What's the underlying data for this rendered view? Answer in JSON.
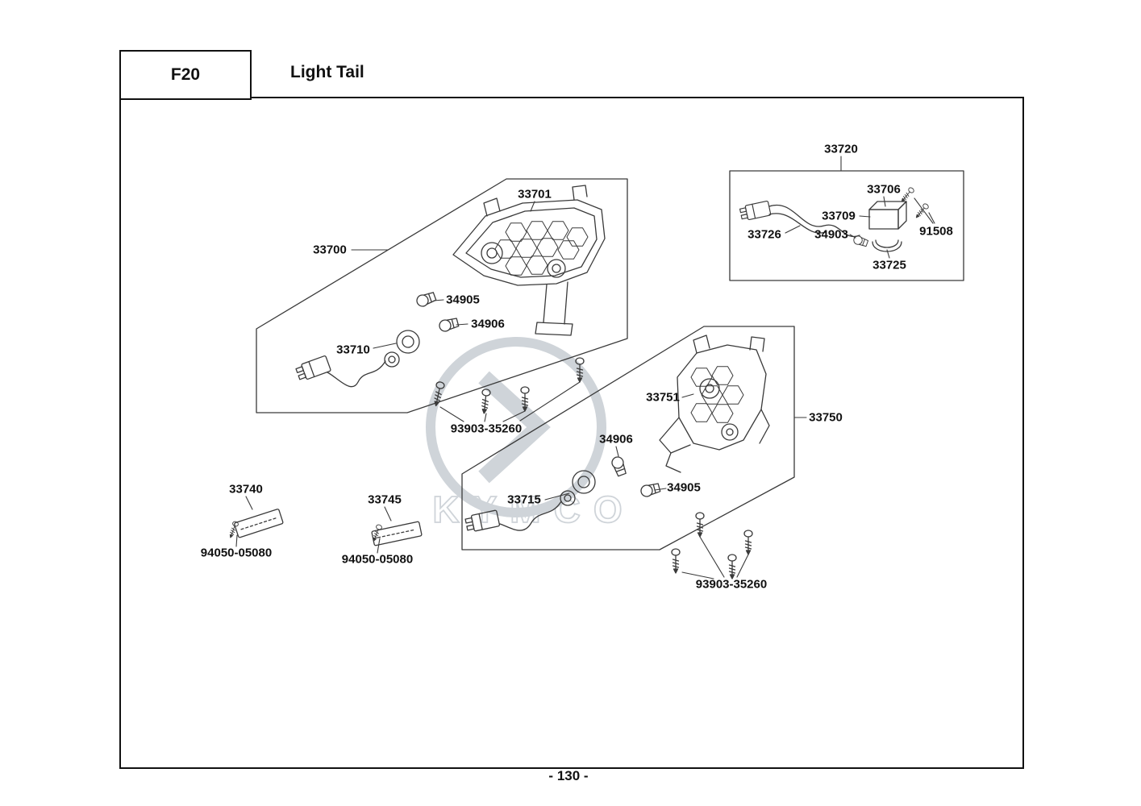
{
  "header": {
    "code": "F20",
    "title": "Light Tail"
  },
  "footer": {
    "page_number": "- 130 -"
  },
  "watermark": {
    "brand": "KYMCO"
  },
  "parts": {
    "tail_light_unit_left": "33700",
    "lens_left": "33701",
    "relay_assy_box": "33720",
    "winker_relay": "33706",
    "relay_suspension": "33709",
    "screw_pan": "91508",
    "relay_wire": "33726",
    "bulb_small": "34903",
    "relay_band": "33725",
    "bulb_stop": "34905",
    "bulb_winker": "34906",
    "socket_cord_left": "33710",
    "screw_tapping": "93903-35260",
    "lens_right": "33751",
    "tail_light_unit_right": "33750",
    "socket_cord_right": "33715",
    "reflector_left": "33740",
    "reflector_right": "33745",
    "nut_reflector": "94050-05080"
  }
}
